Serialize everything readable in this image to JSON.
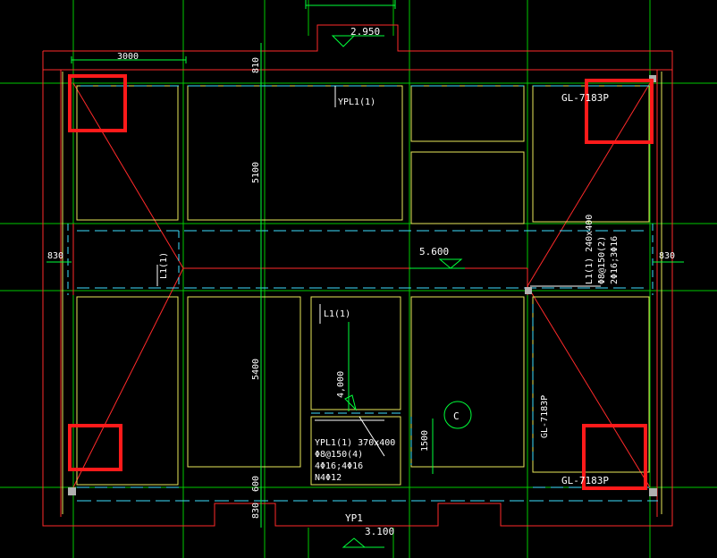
{
  "drawing": {
    "colors": {
      "background": "#000000",
      "axis": "#00c800",
      "beam_red": "#ff2a2a",
      "wall_yellow": "#e8e85a",
      "dashed_cyan": "#3ee0ff",
      "text": "#ffffff",
      "highlight": "#ff1a1a"
    },
    "labels": {
      "dim_top_3000": "3000",
      "elev_top": "2.950",
      "elev_mid": "5.600",
      "elev_bottom": "3.100",
      "dim_810": "810",
      "dim_5100": "5100",
      "dim_5400": "5400",
      "dim_600": "600",
      "dim_830_bottom": "830",
      "dim_830_left": "830",
      "dim_830_right": "830",
      "dim_4000": "4,000",
      "dim_1500": "1500",
      "ypl1_top": "YPL1(1)",
      "gl_top_right": "GL-7183P",
      "l1_left": "L1(1)",
      "l1_center": "L1(1)",
      "l1_note_line1": "L1(1) 240x400",
      "l1_note_line2": "Φ8@150(2)",
      "l1_note_line3": "2Φ16;3Φ16",
      "gl_right_vertical": "GL-7183P",
      "gl_bottom_right": "GL-7183P",
      "ypl1_note_line1": "YPL1(1) 370x400",
      "ypl1_note_line2": "Φ8@150(4)",
      "ypl1_note_line3": "4Φ16;4Φ16",
      "ypl1_note_line4": "N4Φ12",
      "yp1_bottom": "YP1",
      "circle_label": "C"
    }
  }
}
